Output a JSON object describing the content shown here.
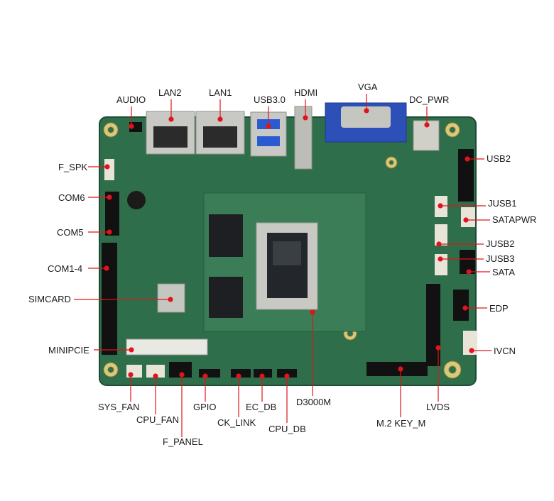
{
  "board": {
    "pcb_color": "#2f6e4a",
    "pointer_color": "#e0141b"
  },
  "labels": {
    "audio": "AUDIO",
    "lan2": "LAN2",
    "lan1": "LAN1",
    "usb30": "USB3.0",
    "hdmi": "HDMI",
    "vga": "VGA",
    "dc_pwr": "DC_PWR",
    "f_spk": "F_SPK",
    "com6": "COM6",
    "com5": "COM5",
    "com14": "COM1-4",
    "simcard": "SIMCARD",
    "minipcie": "MINIPCIE",
    "usb2": "USB2",
    "jusb1": "JUSB1",
    "satapwr": "SATAPWR",
    "jusb2": "JUSB2",
    "jusb3": "JUSB3",
    "sata": "SATA",
    "edp": "EDP",
    "ivcn": "IVCN",
    "sys_fan": "SYS_FAN",
    "cpu_fan": "CPU_FAN",
    "f_panel": "F_PANEL",
    "gpio": "GPIO",
    "ck_link": "CK_LINK",
    "ec_db": "EC_DB",
    "cpu_db": "CPU_DB",
    "d3000m": "D3000M",
    "m2_key_m": "M.2 KEY_M",
    "lvds": "LVDS"
  }
}
